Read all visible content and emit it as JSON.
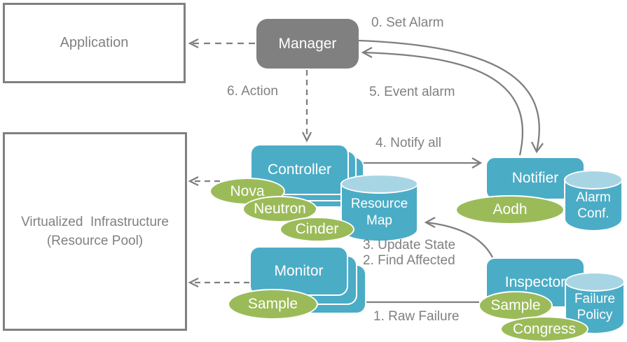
{
  "title": "Fault management architecture flow diagram",
  "colors": {
    "teal": "#4BACC6",
    "green": "#9BBB59",
    "gray": "#808080",
    "cylinder_top": "#A8D5E4",
    "line": "#7F7F7F"
  },
  "nodes": {
    "application": {
      "label": "Application"
    },
    "virtualized_infrastructure": {
      "line1": "Virtualized  Infrastructure",
      "line2": "(Resource Pool)"
    },
    "manager": {
      "label": "Manager"
    },
    "controller": {
      "label": "Controller"
    },
    "monitor": {
      "label": "Monitor"
    },
    "notifier": {
      "label": "Notifier"
    },
    "inspector": {
      "label": "Inspector"
    }
  },
  "datastores": {
    "resource_map": {
      "line1": "Resource",
      "line2": "Map"
    },
    "alarm_conf": {
      "line1": "Alarm",
      "line2": "Conf."
    },
    "failure_policy": {
      "line1": "Failure",
      "line2": "Policy"
    }
  },
  "plugins": {
    "nova": {
      "label": "Nova"
    },
    "neutron": {
      "label": "Neutron"
    },
    "cinder": {
      "label": "Cinder"
    },
    "sample_monitor": {
      "label": "Sample"
    },
    "aodh": {
      "label": "Aodh"
    },
    "sample_inspector": {
      "label": "Sample"
    },
    "congress": {
      "label": "Congress"
    }
  },
  "flow_labels": {
    "set_alarm": "0. Set Alarm",
    "event_alarm": "5. Event alarm",
    "action": "6. Action",
    "notify_all": "4. Notify all",
    "update_state": "3. Update State",
    "find_affected": "2. Find Affected",
    "raw_failure": "1. Raw Failure"
  }
}
